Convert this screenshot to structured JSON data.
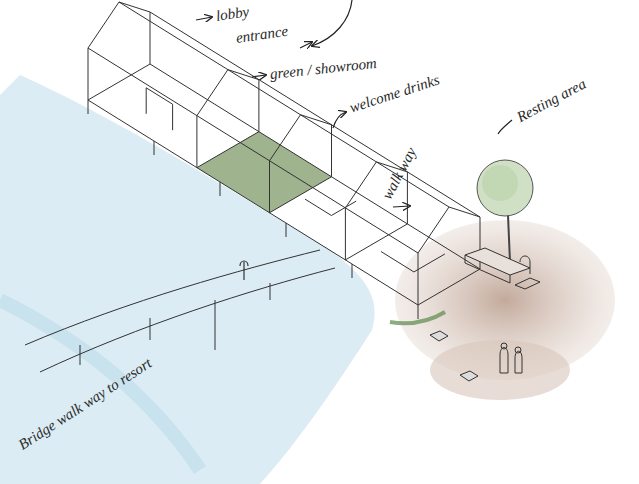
{
  "diagram": {
    "labels": [
      "lobby",
      "entrance",
      "green / showroom",
      "welcome drinks",
      "walk way",
      "Resting area",
      "Bridge walk way to resort"
    ]
  }
}
